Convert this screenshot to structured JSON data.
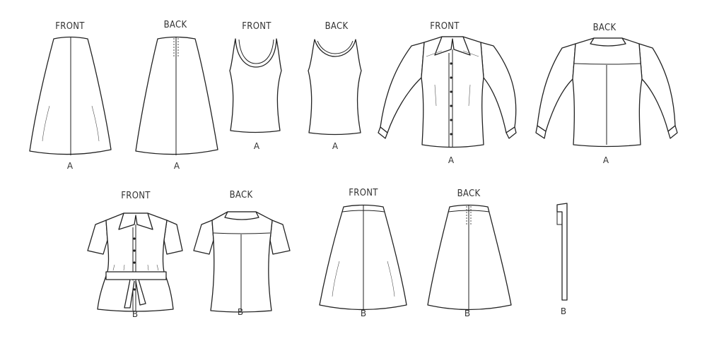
{
  "views": [
    {
      "id": "skirt-a-front",
      "title": "FRONT",
      "view": "A"
    },
    {
      "id": "skirt-a-back",
      "title": "BACK",
      "view": "A"
    },
    {
      "id": "tank-a-front",
      "title": "FRONT",
      "view": "A"
    },
    {
      "id": "tank-a-back",
      "title": "BACK",
      "view": "A"
    },
    {
      "id": "blouse-a-front",
      "title": "FRONT",
      "view": "A"
    },
    {
      "id": "blouse-a-back",
      "title": "BACK",
      "view": "A"
    },
    {
      "id": "shirt-b-front",
      "title": "FRONT",
      "view": "B"
    },
    {
      "id": "shirt-b-back",
      "title": "BACK",
      "view": "B"
    },
    {
      "id": "skirt-b-front",
      "title": "FRONT",
      "view": "B"
    },
    {
      "id": "skirt-b-back",
      "title": "BACK",
      "view": "B"
    },
    {
      "id": "belt-b",
      "view": "B"
    }
  ]
}
